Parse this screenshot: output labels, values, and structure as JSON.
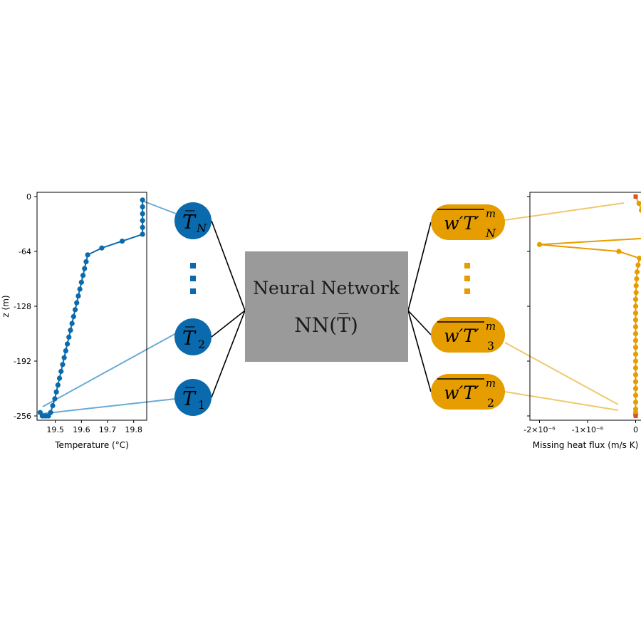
{
  "colors": {
    "blue": "#0a6aad",
    "blue_light": "#6aaad4",
    "orange": "#e69d00",
    "orange_light": "#f0c86a",
    "orange_red": "#d9541e",
    "gray": "#9a9a9a",
    "axis": "#000000"
  },
  "nn_box": {
    "line1": "Neural Network",
    "line2": "NN(T̅)"
  },
  "input_nodes": [
    {
      "label": "T̅",
      "sub": "N"
    },
    {
      "label": "T̅",
      "sub": "2"
    },
    {
      "label": "T̅",
      "sub": "1"
    }
  ],
  "output_nodes": [
    {
      "label": "w′T′",
      "sup": "m",
      "sub": "N"
    },
    {
      "label": "w′T′",
      "sup": "m",
      "sub": "3"
    },
    {
      "label": "w′T′",
      "sup": "m",
      "sub": "2"
    }
  ],
  "chart_data": [
    {
      "type": "line",
      "xlabel": "Temperature (°C)",
      "ylabel": "z (m)",
      "xlim": [
        19.43,
        19.85
      ],
      "ylim": [
        -256,
        0
      ],
      "xticks": [
        19.5,
        19.6,
        19.7,
        19.8
      ],
      "xtick_labels": [
        "19.5",
        "19.6",
        "19.7",
        "19.8"
      ],
      "yticks": [
        0,
        -64,
        -128,
        -192,
        -256
      ],
      "ytick_labels": [
        "0",
        "-64",
        "-128",
        "-192",
        "-256"
      ],
      "series": [
        {
          "x": [
            19.834,
            19.834,
            19.834,
            19.834,
            19.834,
            19.834,
            19.756,
            19.678,
            19.624,
            19.618,
            19.612,
            19.606,
            19.6,
            19.594,
            19.588,
            19.582,
            19.576,
            19.57,
            19.564,
            19.558,
            19.552,
            19.546,
            19.54,
            19.534,
            19.528,
            19.522,
            19.516,
            19.51,
            19.504,
            19.498,
            19.49,
            19.482,
            19.474,
            19.466,
            19.458,
            19.45,
            19.442
          ],
          "y": [
            -4,
            -12,
            -20,
            -28,
            -36,
            -44,
            -52,
            -60,
            -68,
            -76,
            -84,
            -92,
            -100,
            -108,
            -116,
            -124,
            -132,
            -140,
            -148,
            -156,
            -164,
            -172,
            -180,
            -188,
            -196,
            -204,
            -212,
            -220,
            -228,
            -236,
            -244,
            -252,
            -260,
            -268,
            -276,
            -284,
            -252
          ]
        }
      ]
    },
    {
      "type": "line",
      "xlabel": "Missing heat flux (m/s K)",
      "ylabel": "",
      "xlim": [
        -2.2e-06,
        2e-07
      ],
      "ylim": [
        -256,
        0
      ],
      "xticks": [
        -2e-06,
        -1e-06,
        0
      ],
      "xtick_labels": [
        "-2×10⁻⁶",
        "-1×10⁻⁶",
        "0"
      ],
      "yticks": [
        0,
        -64,
        -128,
        -192,
        -256
      ],
      "series": [
        {
          "x": [
            0,
            7e-08,
            1.2e-07,
            2.5e-07,
            3e-07,
            3.5e-07,
            4e-07,
            -2e-06,
            -3.5e-07,
            8e-08,
            5e-08,
            3e-08,
            2e-08,
            1e-08,
            1e-08,
            0.0,
            0.0,
            0.0,
            0.0,
            0.0,
            0.0,
            0.0,
            0.0,
            0.0,
            0.0,
            0.0,
            0.0,
            0.0,
            0.0,
            0.0,
            0.0,
            0.0,
            0.0,
            0.0,
            0.0,
            0.0
          ],
          "y": [
            0,
            -8,
            -16,
            -24,
            -32,
            -40,
            -48,
            -56,
            -64,
            -72,
            -80,
            -88,
            -96,
            -104,
            -112,
            -120,
            -128,
            -136,
            -144,
            -152,
            -160,
            -168,
            -176,
            -184,
            -192,
            -200,
            -208,
            -216,
            -224,
            -232,
            -240,
            -248,
            -252,
            -254,
            -255,
            -256
          ]
        }
      ]
    }
  ]
}
